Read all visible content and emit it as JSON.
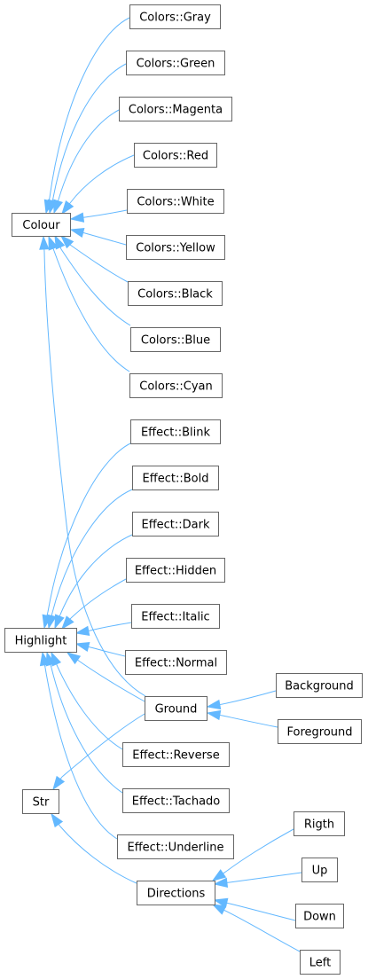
{
  "diagram": {
    "nodes": {
      "colour": "Colour",
      "highlight": "Highlight",
      "str": "Str",
      "ground": "Ground",
      "directions": "Directions",
      "gray": "Colors::Gray",
      "green": "Colors::Green",
      "magenta": "Colors::Magenta",
      "red": "Colors::Red",
      "white": "Colors::White",
      "yellow": "Colors::Yellow",
      "black": "Colors::Black",
      "blue": "Colors::Blue",
      "cyan": "Colors::Cyan",
      "blink": "Effect::Blink",
      "bold": "Effect::Bold",
      "dark": "Effect::Dark",
      "hidden": "Effect::Hidden",
      "italic": "Effect::Italic",
      "normal": "Effect::Normal",
      "reverse": "Effect::Reverse",
      "tachado": "Effect::Tachado",
      "underline": "Effect::Underline",
      "background": "Background",
      "foreground": "Foreground",
      "rigth": "Rigth",
      "up": "Up",
      "down": "Down",
      "left": "Left"
    },
    "edges": [
      [
        "gray",
        "colour"
      ],
      [
        "green",
        "colour"
      ],
      [
        "magenta",
        "colour"
      ],
      [
        "red",
        "colour"
      ],
      [
        "white",
        "colour"
      ],
      [
        "yellow",
        "colour"
      ],
      [
        "black",
        "colour"
      ],
      [
        "blue",
        "colour"
      ],
      [
        "cyan",
        "colour"
      ],
      [
        "ground",
        "colour"
      ],
      [
        "blink",
        "highlight"
      ],
      [
        "bold",
        "highlight"
      ],
      [
        "dark",
        "highlight"
      ],
      [
        "hidden",
        "highlight"
      ],
      [
        "italic",
        "highlight"
      ],
      [
        "normal",
        "highlight"
      ],
      [
        "ground",
        "highlight"
      ],
      [
        "reverse",
        "highlight"
      ],
      [
        "tachado",
        "highlight"
      ],
      [
        "underline",
        "highlight"
      ],
      [
        "background",
        "ground"
      ],
      [
        "foreground",
        "ground"
      ],
      [
        "ground",
        "str"
      ],
      [
        "directions",
        "str"
      ],
      [
        "rigth",
        "directions"
      ],
      [
        "up",
        "directions"
      ],
      [
        "down",
        "directions"
      ],
      [
        "left",
        "directions"
      ]
    ],
    "colors": {
      "edge": "#63b8ff",
      "border": "#666666",
      "text": "#000000"
    }
  }
}
